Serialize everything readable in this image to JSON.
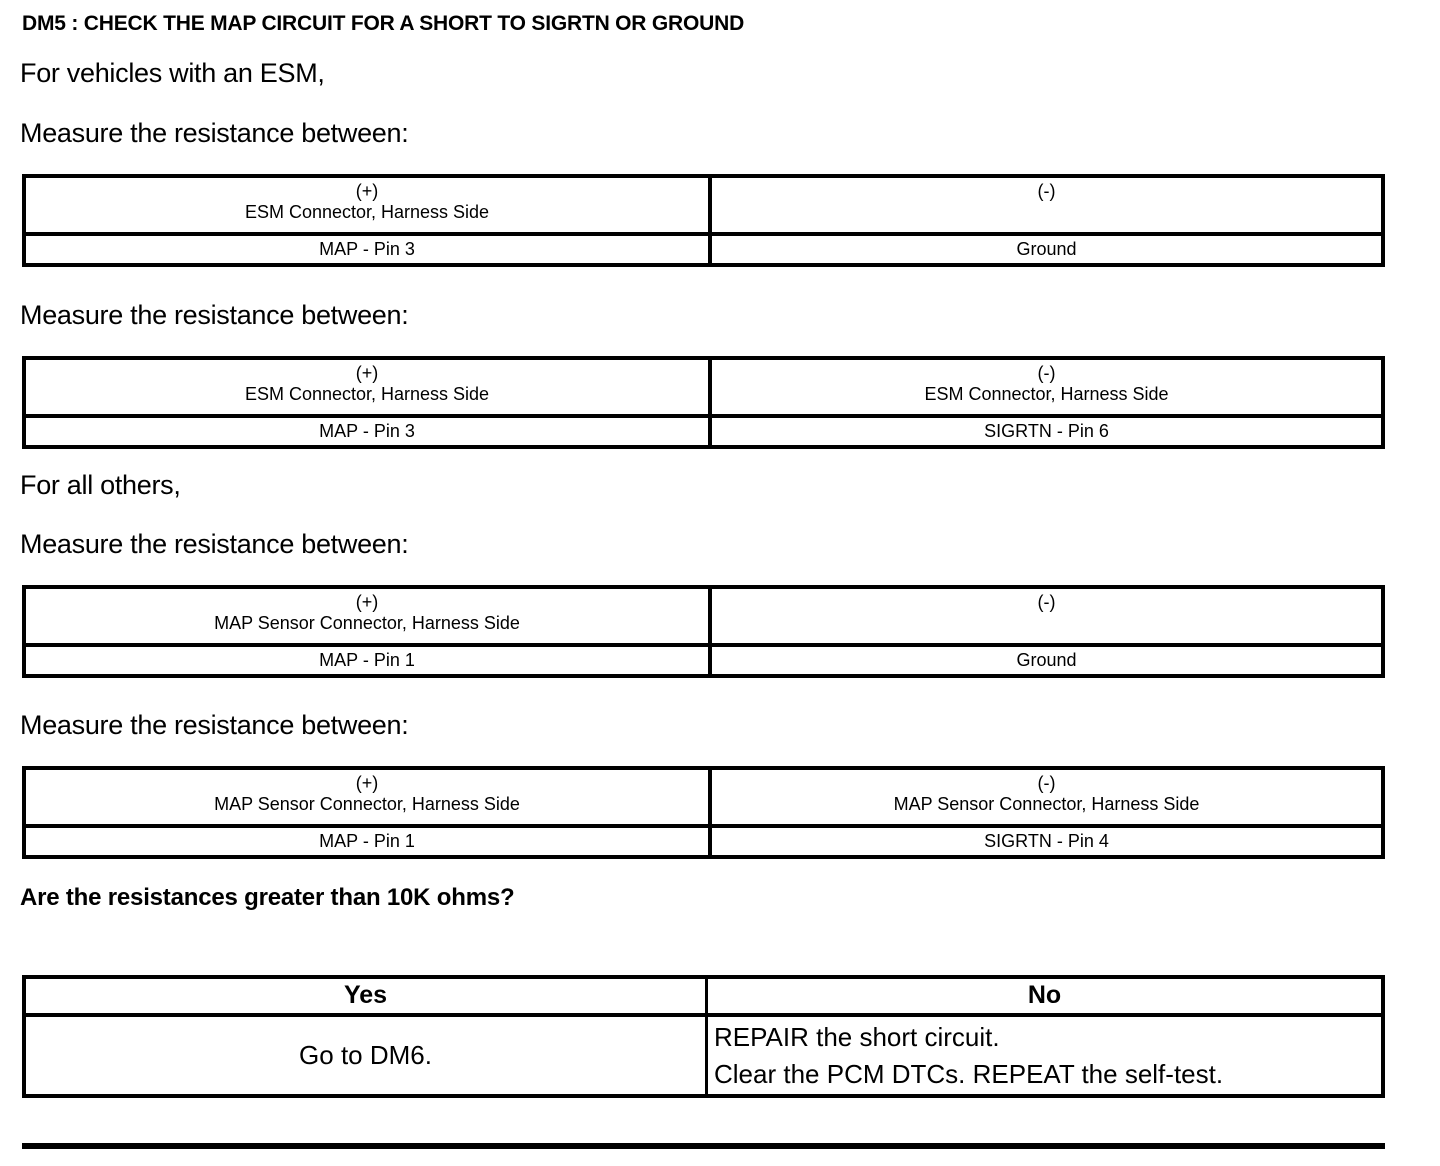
{
  "document": {
    "title": "DM5 : CHECK THE MAP CIRCUIT FOR A SHORT TO SIGRTN OR GROUND"
  },
  "sections": {
    "esm_intro": "For vehicles with an ESM,",
    "measure_label_1": "Measure the resistance between:",
    "measure_label_2": "Measure the resistance between:",
    "others_intro": "For all others,",
    "measure_label_3": "Measure the resistance between:",
    "measure_label_4": "Measure the resistance between:",
    "question": "Are the resistances greater than 10K ohms?"
  },
  "measurement_tables": [
    {
      "id": "esm-map-to-ground",
      "header": {
        "positive_sign": "(+)",
        "positive_source": "ESM Connector, Harness Side",
        "negative_sign": "(-)",
        "negative_source": ""
      },
      "values": {
        "positive": "MAP - Pin 3",
        "negative": "Ground"
      }
    },
    {
      "id": "esm-map-to-sigrtn",
      "header": {
        "positive_sign": "(+)",
        "positive_source": "ESM Connector, Harness Side",
        "negative_sign": "(-)",
        "negative_source": "ESM Connector, Harness Side"
      },
      "values": {
        "positive": "MAP - Pin 3",
        "negative": "SIGRTN - Pin 6"
      }
    },
    {
      "id": "map-sensor-to-ground",
      "header": {
        "positive_sign": "(+)",
        "positive_source": "MAP Sensor Connector, Harness Side",
        "negative_sign": "(-)",
        "negative_source": ""
      },
      "values": {
        "positive": "MAP - Pin 1",
        "negative": "Ground"
      }
    },
    {
      "id": "map-sensor-to-sigrtn",
      "header": {
        "positive_sign": "(+)",
        "positive_source": "MAP Sensor Connector, Harness Side",
        "negative_sign": "(-)",
        "negative_source": "MAP Sensor Connector, Harness Side"
      },
      "values": {
        "positive": "MAP - Pin 1",
        "negative": "SIGRTN - Pin 4"
      }
    }
  ],
  "decision_table": {
    "headers": {
      "yes": "Yes",
      "no": "No"
    },
    "yes_action": "Go to DM6.",
    "no_action_line1": "REPAIR the short circuit.",
    "no_action_line2": "Clear the PCM DTCs. REPEAT the self-test."
  },
  "colors": {
    "ink": "#000000",
    "paper": "#ffffff"
  }
}
